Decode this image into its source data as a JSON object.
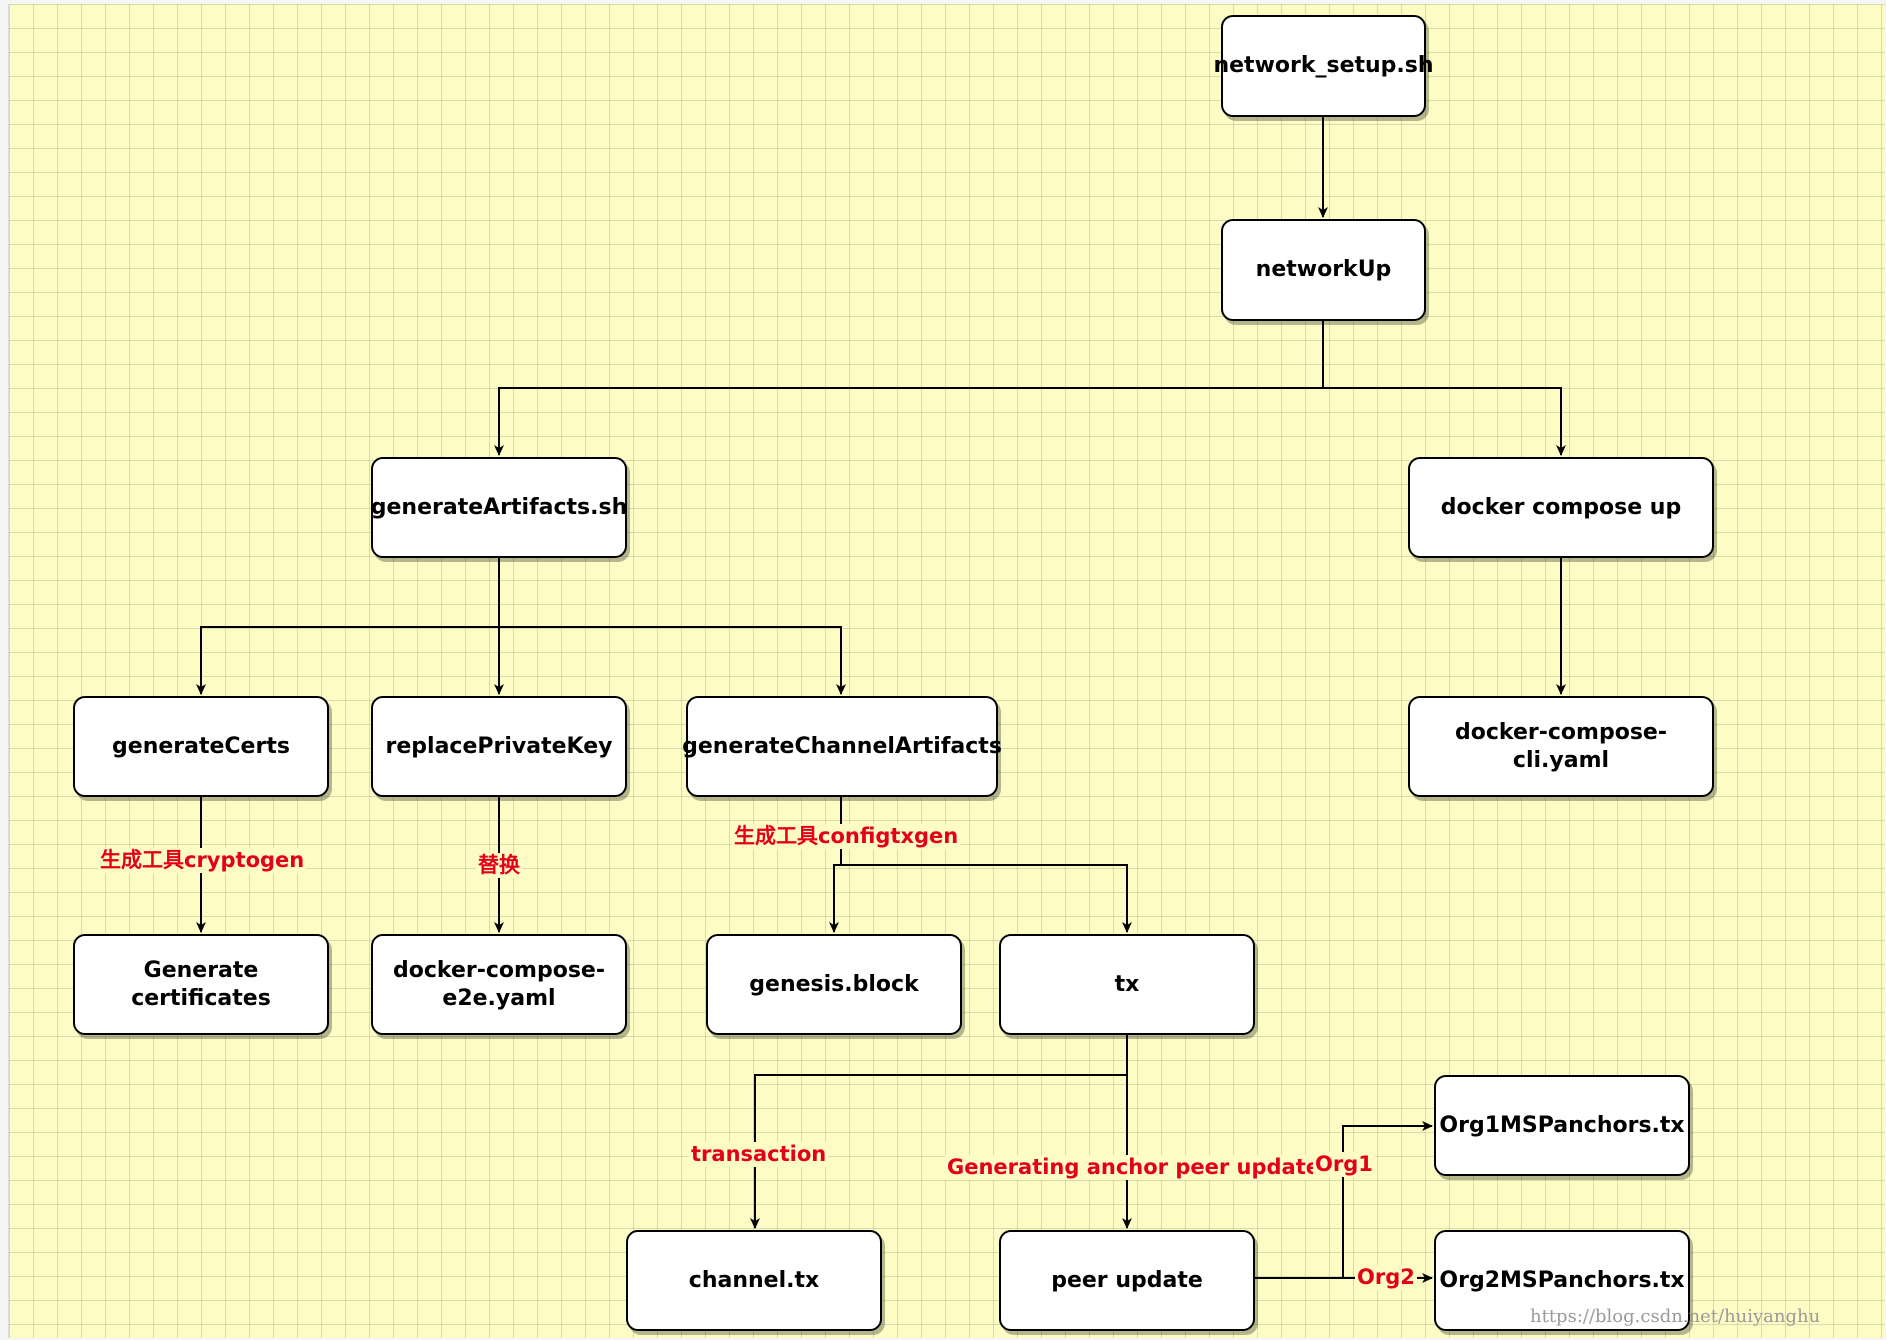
{
  "nodes": {
    "network_setup": "network_setup.sh",
    "networkUp": "networkUp",
    "generateArtifacts": "generateArtifacts.sh",
    "docker_compose_up": "docker compose up",
    "generateCerts": "generateCerts",
    "replacePrivateKey": "replacePrivateKey",
    "generateChannelArtifacts": "generateChannelArtifacts",
    "docker_compose_cli": "docker-compose-cli.yaml",
    "generate_certificates": "Generate certificates",
    "docker_compose_e2e": "docker-compose-\ne2e.yaml",
    "genesis_block": "genesis.block",
    "tx": "tx",
    "org1_anchors": "Org1MSPanchors.tx",
    "channel_tx": "channel.tx",
    "peer_update": "peer update",
    "org2_anchors": "Org2MSPanchors.tx"
  },
  "edge_labels": {
    "cryptogen": "生成工具cryptogen",
    "replace": "替换",
    "configtxgen": "生成工具configtxgen",
    "transaction": "transaction",
    "anchor_update": "Generating anchor peer update",
    "org1": "Org1",
    "org2": "Org2"
  },
  "watermark": "https://blog.csdn.net/huiyanghu",
  "colors": {
    "canvas": "#fdfcc4",
    "edge_label": "#e2001a",
    "node_fill": "#ffffff",
    "stroke": "#000000"
  }
}
